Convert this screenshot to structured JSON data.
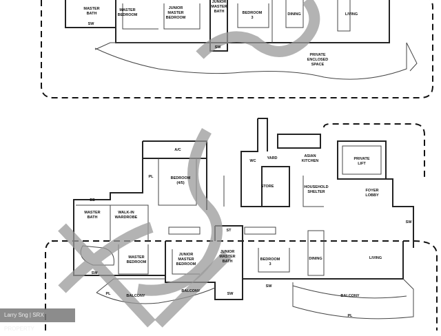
{
  "upper_plan": {
    "rooms": [
      "MASTER",
      "BATH",
      "SW",
      "MASTER",
      "BEDROOM",
      "JUNIOR",
      "MASTER",
      "BEDROOM",
      "JUNIOR",
      "MASTER",
      "BATH",
      "BEDROOM",
      "3",
      "DINING",
      "LIVING",
      "SW",
      "PRIVATE",
      "ENCLOSED",
      "SPACE"
    ]
  },
  "lower_plan": {
    "rooms": [
      "A/C",
      "PL",
      "BEDROOM",
      "(4/5)",
      "WC",
      "YARD",
      "ASIAN",
      "KITCHEN",
      "PRIVATE",
      "LIFT",
      "STORE",
      "HOUSEHOLD",
      "SHELTER",
      "FOYER",
      "LOBBY",
      "ES",
      "MASTER",
      "BATH",
      "WALK-IN",
      "WARDROBE",
      "ST",
      "MASTER",
      "BEDROOM",
      "JUNIOR",
      "MASTER",
      "BEDROOM",
      "JUNIOR",
      "MASTER",
      "BATH",
      "BEDROOM",
      "3",
      "DINING",
      "LIVING",
      "SW",
      "SW",
      "SW",
      "PL",
      "BALCONY",
      "BALCONY",
      "BALCONY",
      "PL",
      "SW"
    ]
  },
  "credit": "Larry Sng | SRX PROPERTY",
  "watermark_text": "SRX"
}
